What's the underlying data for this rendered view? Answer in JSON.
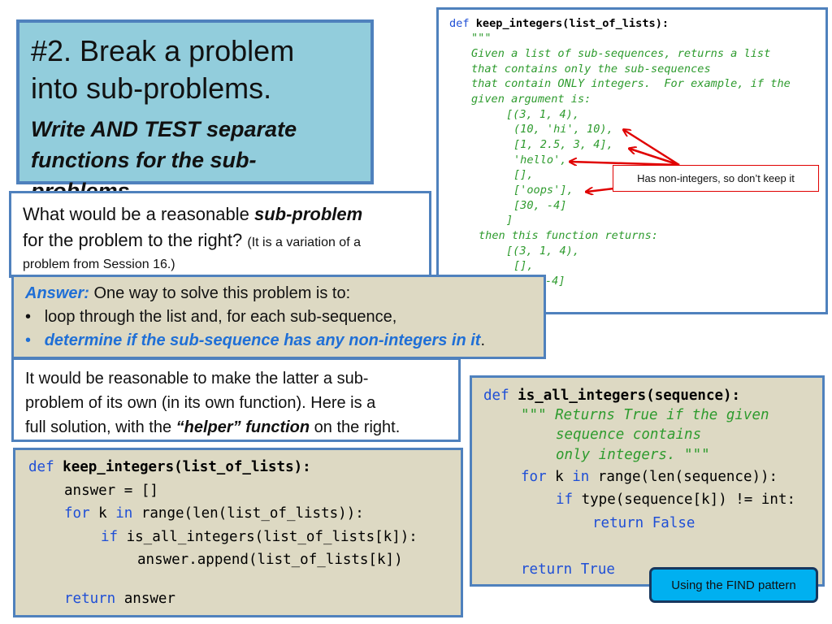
{
  "title": {
    "line1": "#2.  Break a problem",
    "line2": "into sub-problems.",
    "subtitle1": "Write AND TEST separate",
    "subtitle2": "functions for the sub-problems."
  },
  "code_top": {
    "def_kw": "def",
    "signature": "keep_integers(list_of_lists):",
    "lines": [
      "\"\"\"",
      "Given a list of sub-sequences, returns a list",
      "that contains only the sub-sequences",
      "that contain ONLY integers.  For example, if the",
      "given argument is:",
      "[(3, 1, 4),",
      "(10, 'hi', 10),",
      "[1, 2.5, 3, 4],",
      "'hello',",
      "[],",
      "['oops'],",
      "[30, -4]",
      "]",
      "then this function returns:",
      "[(3, 1, 4),",
      "[],",
      "-4]"
    ]
  },
  "callout": {
    "text": "Has non-integers, so don’t keep it"
  },
  "question": {
    "part1": "What would be a reasonable ",
    "emph": "sub-problem",
    "part2": "for the problem to the right? ",
    "small1": "(It is a variation of a",
    "small2": "problem from Session 16.)"
  },
  "answer": {
    "label": "Answer:",
    "intro": "One way to solve this problem is to:",
    "bullet1": "loop through the list and, for each sub-sequence,",
    "bullet2": "determine if the sub-sequence has any non-integers in it",
    "bullet2_end": ".",
    "bullet_glyph": "•"
  },
  "reason": {
    "line1": "It would be reasonable to make the latter a sub-",
    "line2": "problem of its own (in its own function).  Here is a",
    "line3a": "full solution, with the ",
    "line3_emph": "“helper” function",
    "line3b": " on the right."
  },
  "code_left": {
    "def_kw": "def",
    "signature": "keep_integers(list_of_lists):",
    "l2": "answer = []",
    "l3_kw1": "for",
    "l3_mid": " k ",
    "l3_kw2": "in",
    "l3_rest": " range(len(list_of_lists)):",
    "l4_kw": "if",
    "l4_rest": " is_all_integers(list_of_lists[k]):",
    "l5": "answer.append(list_of_lists[k])",
    "l6_kw": "return",
    "l6_rest": " answer"
  },
  "code_right": {
    "def_kw": "def",
    "signature": "is_all_integers(sequence):",
    "doc1": "\"\"\" Returns True if the given",
    "doc2": "sequence contains",
    "doc3": "only integers. \"\"\"",
    "l4_kw1": "for",
    "l4_mid": " k ",
    "l4_kw2": "in",
    "l4_rest": " range(len(sequence)):",
    "l5_kw": "if",
    "l5_rest": " type(sequence[k]) != int:",
    "l6": "return False",
    "l7": "return True"
  },
  "find_badge": {
    "text": "Using the FIND pattern"
  },
  "colors": {
    "border_blue": "#4f81bd",
    "title_bg": "#92cddc",
    "tan_bg": "#ddd9c3",
    "keyword_blue": "#1f4fd6",
    "comment_green": "#2e9b2e",
    "arrow_red": "#e00000",
    "badge_bg": "#00b0f0"
  }
}
